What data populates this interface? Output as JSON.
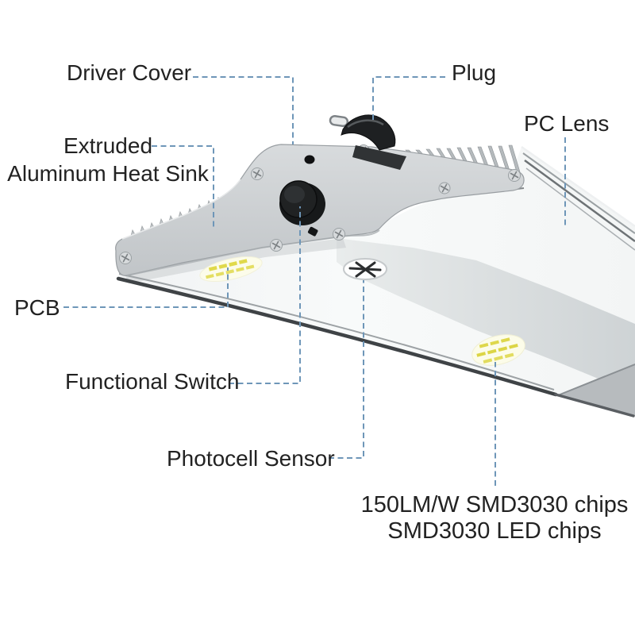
{
  "figure": {
    "name": "led-highbay-light-callout-diagram",
    "description_parts_labeled": 8
  },
  "labels": {
    "driver_cover": "Driver Cover",
    "plug": "Plug",
    "pc_lens": "PC Lens",
    "heat_sink_line1": "Extruded",
    "heat_sink_line2": "Aluminum Heat Sink",
    "pcb": "PCB",
    "functional_switch": "Functional Switch",
    "photocell_sensor": "Photocell Sensor",
    "chips_line1": "150LM/W SMD3030 chips",
    "chips_line2": "SMD3030 LED chips"
  },
  "colors": {
    "background": "#ffffff",
    "leader_line": "#6e96b8",
    "label_text": "#222222",
    "fixture_body_gray": "#cdd1d4",
    "lens_white": "#f6f8f8",
    "channel_gray": "#d6dadc",
    "led_chip_yellow": "#ded74c",
    "knob_black": "#1d1f21",
    "bottom_edge_dark": "#3f4346"
  }
}
